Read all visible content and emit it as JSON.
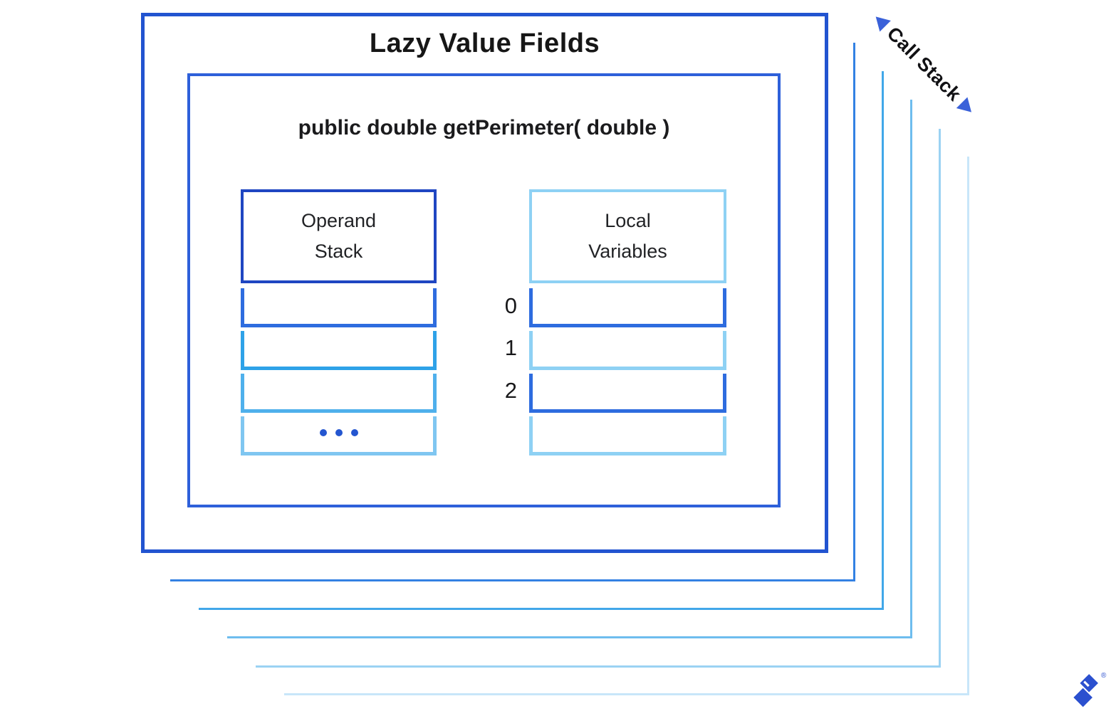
{
  "title": "Lazy Value Fields",
  "frame": {
    "method_signature": "public double getPerimeter( double )",
    "operand_stack": {
      "header": "Operand Stack",
      "header_lines": [
        "Operand",
        "Stack"
      ],
      "slot_count": 4,
      "ellipsis_slot_index": 3
    },
    "local_variables": {
      "header": "Local Variables",
      "header_lines": [
        "Local",
        "Variables"
      ],
      "index_labels": [
        "0",
        "1",
        "2"
      ],
      "slot_count": 4
    }
  },
  "call_stack": {
    "label": "Call Stack",
    "background_frame_count": 5
  },
  "logo": {
    "name": "toptal-logo",
    "registered_mark": "®"
  },
  "colors": {
    "outer_border": "#2254d0",
    "inner_border": "#2e60da",
    "operand_header_border": "#1f46c2",
    "strong_blue": "#2e6cdf",
    "sky_blue": "#2ea2e8",
    "mid_light_blue": "#4fb0ec",
    "light_blue": "#7fc6f1",
    "pale_blue": "#8ed1f4",
    "dot_blue": "#2456d0",
    "arrow_blue": "#3a61d9",
    "logo_blue": "#2b50cf",
    "frame_line_colors": [
      "#3381e3",
      "#41a7e9",
      "#6ebdee",
      "#9bd2f3",
      "#c8e6f9"
    ]
  }
}
